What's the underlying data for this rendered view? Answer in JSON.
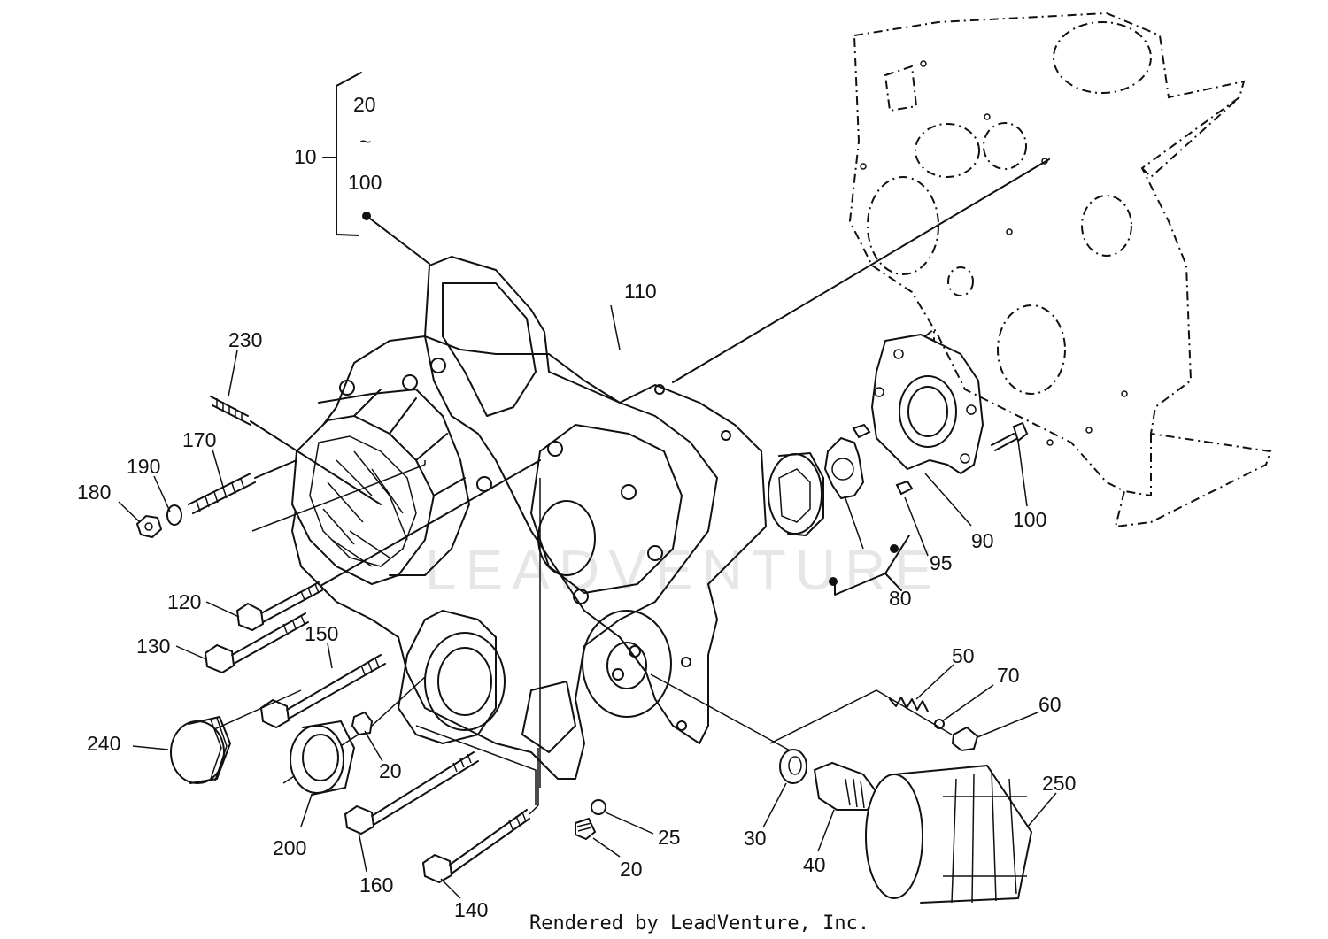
{
  "watermark": "LEADVENTURE",
  "credit": "Rendered by LeadVenture, Inc.",
  "bracket": {
    "top": "20",
    "tilde": "~",
    "bottom": "100"
  },
  "callouts": {
    "c10": "10",
    "c110": "110",
    "c230": "230",
    "c170": "170",
    "c190": "190",
    "c180": "180",
    "c120": "120",
    "c130": "130",
    "c150": "150",
    "c240": "240",
    "c200": "200",
    "c20a": "20",
    "c160": "160",
    "c140": "140",
    "c25": "25",
    "c20b": "20",
    "c30": "30",
    "c40": "40",
    "c250": "250",
    "c50": "50",
    "c70": "70",
    "c60": "60",
    "c80": "80",
    "c95": "95",
    "c90": "90",
    "c100": "100"
  }
}
